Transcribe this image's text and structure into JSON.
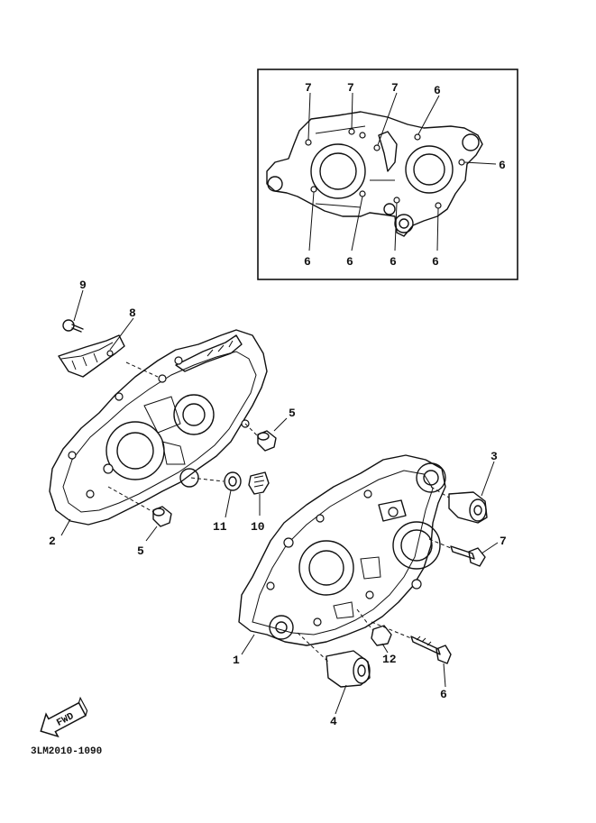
{
  "diagram": {
    "drawing_code": "3LM2010-1090",
    "direction_arrow": "FWD",
    "part_labels": {
      "inset_top": [
        "7",
        "7",
        "7",
        "6"
      ],
      "inset_right": "6",
      "inset_bottom": [
        "6",
        "6",
        "6",
        "6"
      ],
      "p1": "1",
      "p2": "2",
      "p3": "3",
      "p4": "4",
      "p5_upper": "5",
      "p5_lower": "5",
      "p6": "6",
      "p7": "7",
      "p8": "8",
      "p9": "9",
      "p10": "10",
      "p11": "11",
      "p12": "12"
    }
  }
}
